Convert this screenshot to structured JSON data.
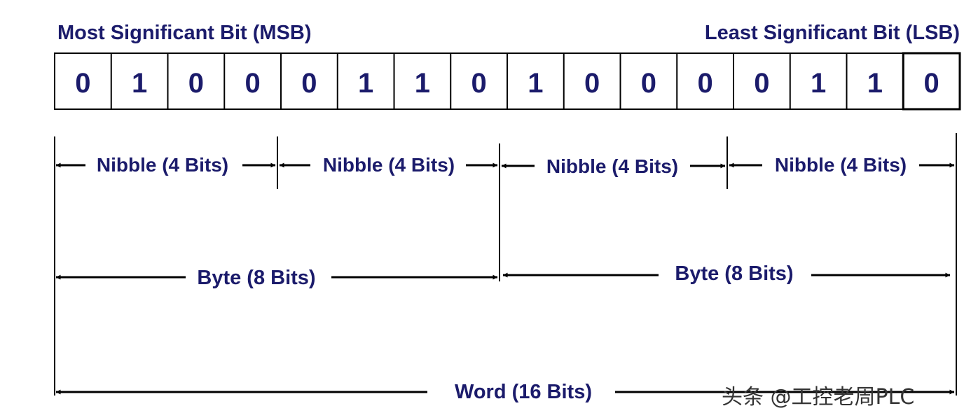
{
  "labels": {
    "msb": "Most Significant Bit (MSB)",
    "lsb": "Least Significant Bit (LSB)"
  },
  "bits": [
    "0",
    "1",
    "0",
    "0",
    "0",
    "1",
    "1",
    "0",
    "1",
    "0",
    "0",
    "0",
    "0",
    "1",
    "1",
    "0"
  ],
  "nibbles": [
    "Nibble (4 Bits)",
    "Nibble (4 Bits)",
    "Nibble (4 Bits)",
    "Nibble (4 Bits)"
  ],
  "bytes": [
    "Byte (8 Bits)",
    "Byte (8 Bits)"
  ],
  "word": "Word (16 Bits)",
  "watermark": "头条 @工控老周PLC",
  "colors": {
    "text": "#1b1b6b",
    "line": "#000000",
    "background": "#ffffff"
  }
}
